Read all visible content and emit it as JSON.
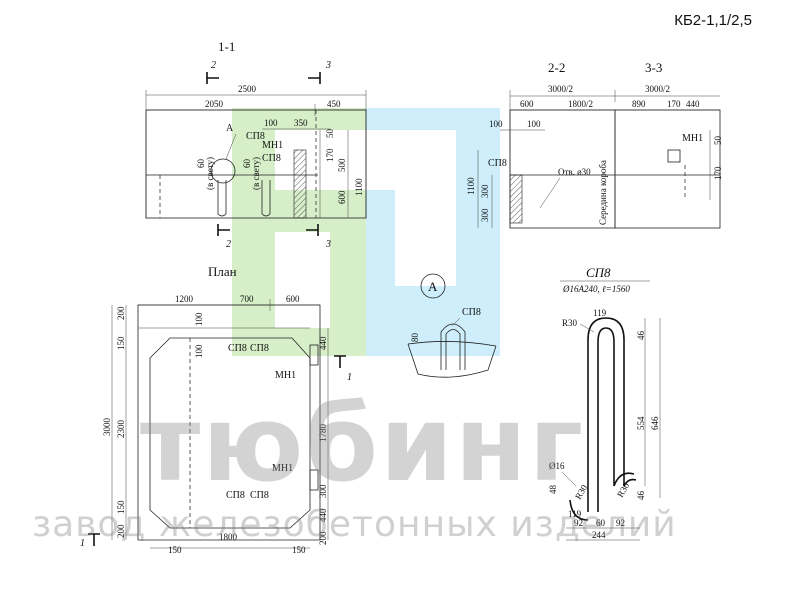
{
  "title": "КБ2-1,1/2,5",
  "watermark": {
    "main": "тюбинг",
    "sub": "завод железобетонных изделий"
  },
  "section11": {
    "title": "1-1",
    "mark_left": "2",
    "mark_right": "3",
    "mark_left_bottom": "2",
    "mark_right_bottom": "3",
    "dim_total": "2500",
    "dim_a": "2050",
    "dim_b": "450",
    "dim_100": "100",
    "dim_350": "350",
    "dim_50": "50",
    "dim_170": "170",
    "dim_500": "500",
    "dim_600": "600",
    "dim_1100": "1100",
    "dim_60a": "60",
    "dim_60b": "60",
    "note_a": "(в свету)",
    "note_b": "(в свету)",
    "label_A": "А",
    "label_sp8a": "СП8",
    "label_mn1": "МН1",
    "label_sp8b": "СП8"
  },
  "section22": {
    "title_22": "2-2",
    "title_33": "3-3",
    "dim_3000a": "3000/2",
    "dim_3000b": "3000/2",
    "dim_600": "600",
    "dim_1800": "1800/2",
    "dim_890": "890",
    "dim_170": "170",
    "dim_440": "440",
    "dim_100a": "100",
    "dim_100b": "100",
    "dim_1100": "1100",
    "dim_300a": "300",
    "dim_300b": "300",
    "dim_50": "50",
    "dim_170v": "170",
    "label_sp8": "СП8",
    "label_otv": "Отв. ø30",
    "label_axis": "Середина короба",
    "label_mn1": "МН1"
  },
  "plan": {
    "title": "План",
    "dim_1200": "1200",
    "dim_700": "700",
    "dim_600": "600",
    "dim_200a": "200",
    "dim_150a": "150",
    "dim_3000": "3000",
    "dim_2300": "2300",
    "dim_150b": "150",
    "dim_200b": "200",
    "dim_100a": "100",
    "dim_100b": "100",
    "dim_440a": "440",
    "dim_1780": "1780",
    "dim_300": "300",
    "dim_440b": "440",
    "dim_200c": "200",
    "dim_150c": "150",
    "dim_1800": "1800",
    "dim_150d": "150",
    "label_sp8a": "СП8",
    "label_sp8b": "СП8",
    "label_sp8c": "СП8",
    "label_sp8d": "СП8",
    "label_mn1a": "МН1",
    "label_mn1b": "МН1",
    "mark_1a": "1",
    "mark_1b": "1"
  },
  "detailA": {
    "circle": "А",
    "label_sp8": "СП8",
    "dim_80": "80"
  },
  "sp8": {
    "title": "СП8",
    "spec": "Ø16A240, ℓ=1560",
    "dim_119a": "119",
    "dim_R30a": "R30",
    "dim_46a": "46",
    "dim_554": "554",
    "dim_646": "646",
    "dim_O16": "Ø16",
    "dim_48": "48",
    "dim_R30b": "R30",
    "dim_R30c": "R30",
    "dim_46b": "46",
    "dim_119b": "119",
    "dim_92a": "92",
    "dim_60": "60",
    "dim_92b": "92",
    "dim_244": "244"
  },
  "colors": {
    "logo_green": "#d6efc9",
    "logo_blue": "#cdeefa",
    "line": "#222222"
  }
}
